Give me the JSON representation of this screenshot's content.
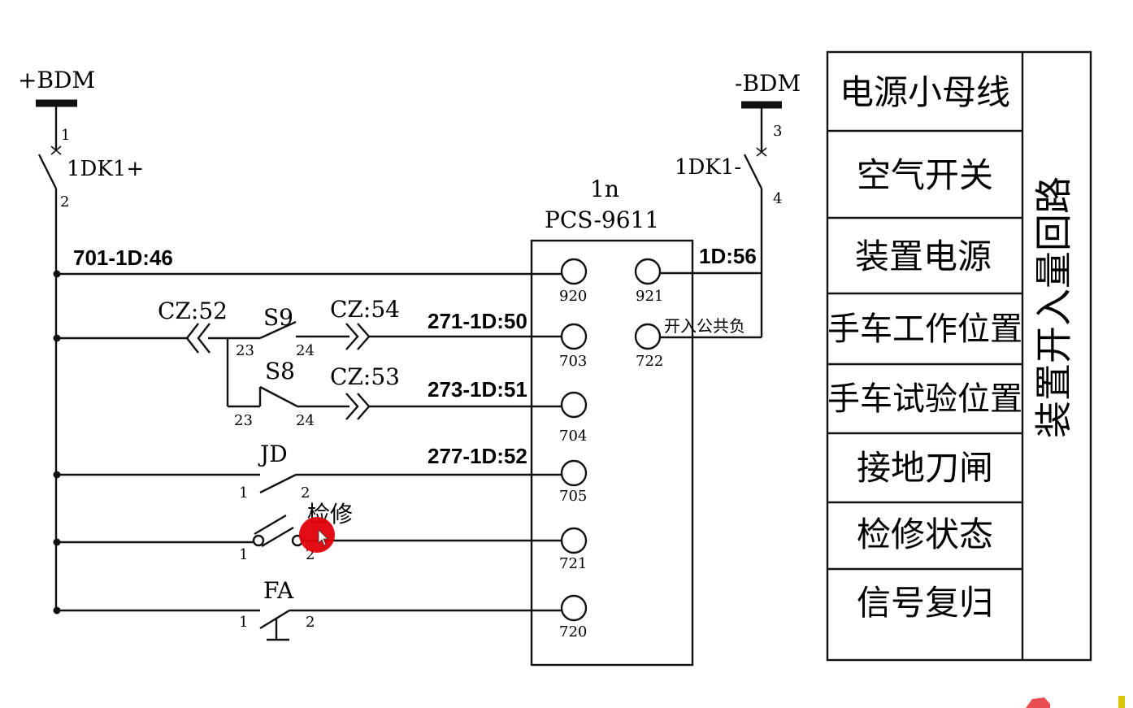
{
  "bus": {
    "positive": "+BDM",
    "negative": "-BDM",
    "pin1": "1",
    "pin2": "2",
    "pin3": "3",
    "pin4": "4",
    "breaker_pos": "1DK1+",
    "breaker_neg": "1DK1-"
  },
  "device": {
    "name": "1n",
    "model": "PCS-9611",
    "terminals": [
      "920",
      "921",
      "703",
      "722",
      "704",
      "705",
      "721",
      "720"
    ],
    "common_neg_label": "开入公共负"
  },
  "wires": {
    "w701": "701-1D:46",
    "w1d56": "1D:56",
    "w271": "271-1D:50",
    "w273": "273-1D:51",
    "w277": "277-1D:52"
  },
  "contacts": {
    "cz52": "CZ:52",
    "cz54": "CZ:54",
    "cz53": "CZ:53",
    "s9": "S9",
    "s8": "S8",
    "s9_pin23": "23",
    "s9_pin24": "24",
    "s8_pin23": "23",
    "s8_pin24": "24",
    "jd": "JD",
    "jd_pin1": "1",
    "jd_pin2": "2",
    "jianxiu": "检修",
    "jx_pin1": "1",
    "jx_pin2": "2",
    "fa": "FA",
    "fa_pin1": "1",
    "fa_pin2": "2"
  },
  "legend": {
    "side_title": "装置开入量回路",
    "items": [
      "电源小母线",
      "空气开关",
      "装置电源",
      "手车工作位置",
      "手车试验位置",
      "接地刀闸",
      "检修状态",
      "信号复归"
    ]
  },
  "colors": {
    "line": "#111111",
    "cursor_dot": "#e0000a"
  }
}
